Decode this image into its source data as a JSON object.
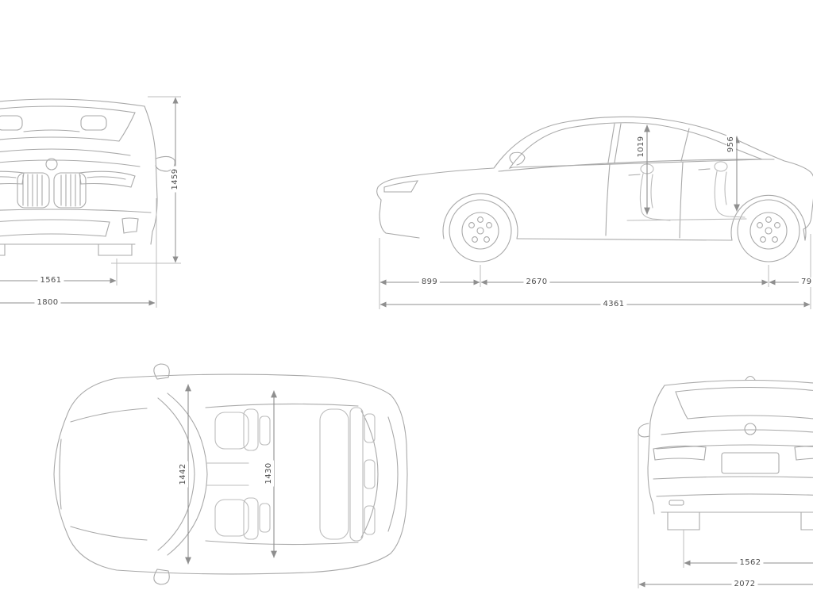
{
  "canvas": {
    "width": "1024",
    "height": "768",
    "background": "#ffffff"
  },
  "diagram": {
    "subject": "hatchback-car-technical-dimensions",
    "colors": {
      "body_line": "#a9a9a9",
      "interior_line": "#bcbcbc",
      "dimension_line": "#8f8f8f",
      "extension_line": "#bdbdbd",
      "label_text": "#4d4d4d"
    },
    "views": {
      "front": {
        "label": "front-view",
        "overall_height": "1459",
        "track_width": "1561",
        "overall_width": "1800"
      },
      "side": {
        "label": "side-view",
        "front_headroom": "1019",
        "rear_headroom": "956",
        "front_overhang": "899",
        "wheelbase": "2670",
        "rear_overhang": "79",
        "overall_length": "4361"
      },
      "top": {
        "label": "top-view",
        "front_interior_width": "1442",
        "rear_interior_width": "1430"
      },
      "rear": {
        "label": "rear-view",
        "rear_track_width": "1562",
        "overall_width_with_mirrors": "2072"
      }
    }
  }
}
